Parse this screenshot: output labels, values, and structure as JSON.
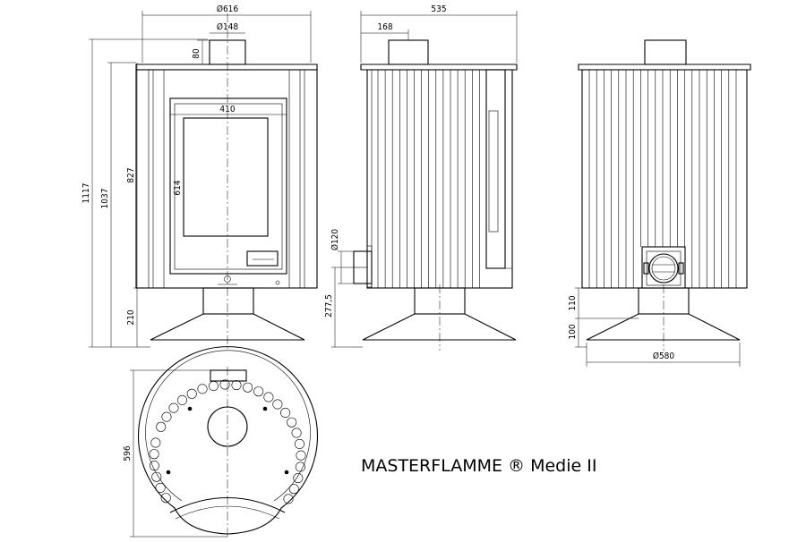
{
  "title": "MASTERFLAMME ® Medie II",
  "front_view": {
    "width": "Ø616",
    "flue_diameter": "Ø148",
    "flue_height": "80",
    "door_width": "410",
    "glass_height": "614",
    "total_height": "1117",
    "top_to_base": "1037",
    "body_height": "827",
    "base_height": "210"
  },
  "side_view": {
    "depth": "535",
    "flue_offset": "168",
    "air_inlet_diameter": "Ø120",
    "air_inlet_height": "277,5"
  },
  "rear_view": {
    "base_width": "Ø580",
    "inlet_height": "110",
    "foot_height": "100"
  },
  "top_view": {
    "depth": "596"
  }
}
